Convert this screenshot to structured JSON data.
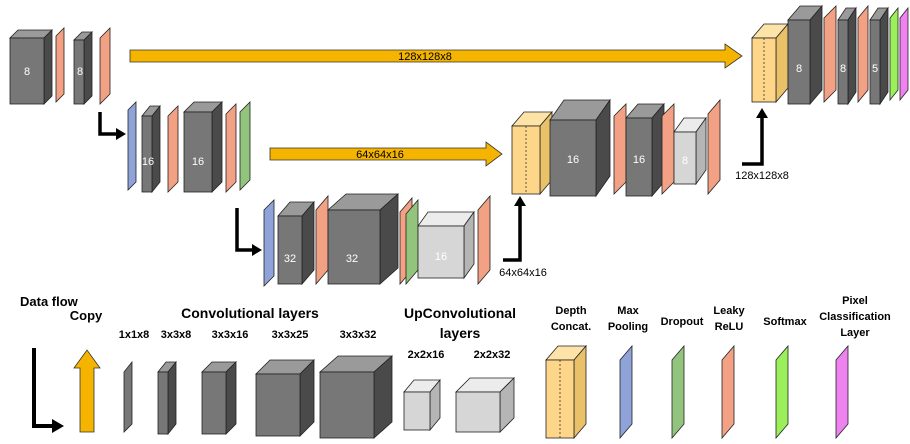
{
  "diagram": {
    "block_labels": {
      "b1": "8",
      "b2": "8",
      "b3": "16",
      "b4": "16",
      "b5": "32",
      "b6": "32",
      "b7": "16",
      "b8": "16",
      "b9": "16",
      "b10": "8",
      "b11": "8",
      "b12": "8",
      "b13": "5"
    },
    "skip_labels": {
      "s1": "128x128x8",
      "s2": "64x64x16"
    },
    "flow_labels": {
      "f1": "64x64x16",
      "f2": "128x128x8"
    }
  },
  "legend": {
    "data_flow": "Data flow",
    "copy": "Copy",
    "conv_title": "Convolutional layers",
    "conv_sizes": [
      "1x1x8",
      "3x3x8",
      "3x3x16",
      "3x3x25",
      "3x3x32"
    ],
    "upconv_title_1": "UpConvolutional",
    "upconv_title_2": "layers",
    "upconv_sizes": [
      "2x2x16",
      "2x2x32"
    ],
    "depth_concat_1": "Depth",
    "depth_concat_2": "Concat.",
    "max_pool_1": "Max",
    "max_pool_2": "Pooling",
    "dropout": "Dropout",
    "leaky_1": "Leaky",
    "leaky_2": "ReLU",
    "softmax": "Softmax",
    "pixel_1": "Pixel",
    "pixel_2": "Classification",
    "pixel_3": "Layer"
  },
  "colors": {
    "conv_front": "#777777",
    "conv_side": "#4a4a4a",
    "conv_top": "#9a9a9a",
    "upconv_front": "#d6d6d6",
    "upconv_side": "#b5b5b5",
    "upconv_top": "#ececec",
    "relu": "#f2a184",
    "pool": "#8fa3d8",
    "dropout": "#93c47d",
    "softmax": "#9bef5b",
    "pixel": "#ee82ee",
    "concat": "#fdd68a",
    "arrow": "#f5b400"
  }
}
